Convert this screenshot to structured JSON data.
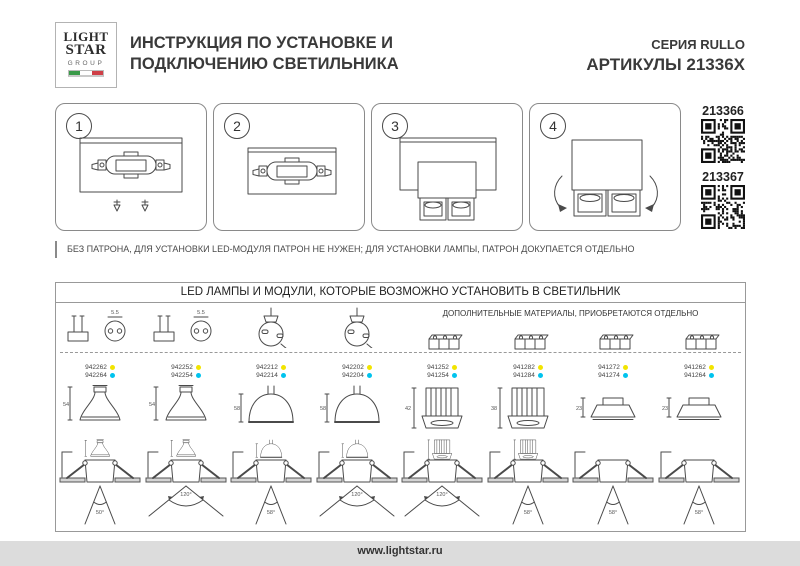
{
  "header": {
    "logo": {
      "l1": "LIGHT",
      "l2": "STAR",
      "l3": "GROUP"
    },
    "title1": "ИНСТРУКЦИЯ ПО УСТАНОВКЕ И",
    "title2": "ПОДКЛЮЧЕНИЮ СВЕТИЛЬНИКА",
    "series": "СЕРИЯ RULLO",
    "articles": "АРТИКУЛЫ 21336X"
  },
  "steps": [
    {
      "number": "1"
    },
    {
      "number": "2"
    },
    {
      "number": "3"
    },
    {
      "number": "4"
    }
  ],
  "qr": [
    {
      "code": "213366"
    },
    {
      "code": "213367"
    }
  ],
  "note": "БЕЗ ПАТРОНА, ДЛЯ УСТАНОВКИ LED-МОДУЛЯ ПАТРОН НЕ НУЖЕН; ДЛЯ УСТАНОВКИ ЛАМПЫ, ПАТРОН ДОКУПАЕТСЯ ОТДЕЛЬНО",
  "compat": {
    "title": "LED ЛАМПЫ И МОДУЛИ, КОТОРЫЕ ВОЗМОЖНО УСТАНОВИТЬ В СВЕТИЛЬНИК",
    "accessories": "ДОПОЛНИТЕЛЬНЫЕ МАТЕРИАЛЫ, ПРИОБРЕТАЮТСЯ ОТДЕЛЬНО",
    "socket_dim": "5.5",
    "dot_colors": {
      "warm": "#f2e400",
      "cool": "#00c3ee"
    },
    "columns": [
      {
        "code_warm": "942262",
        "code_cool": "942264",
        "beam": "50°",
        "dim": "54"
      },
      {
        "code_warm": "942252",
        "code_cool": "942254",
        "beam": "120°",
        "dim": "54"
      },
      {
        "code_warm": "942212",
        "code_cool": "942214",
        "beam": "58°",
        "dim": "58"
      },
      {
        "code_warm": "942202",
        "code_cool": "942204",
        "beam": "120°",
        "dim": "58"
      },
      {
        "code_warm": "941252",
        "code_cool": "941254",
        "beam": "120°",
        "dim": "42"
      },
      {
        "code_warm": "941282",
        "code_cool": "941284",
        "beam": "58°",
        "dim": "38"
      },
      {
        "code_warm": "941272",
        "code_cool": "941274",
        "beam": "58°",
        "dim": "23"
      },
      {
        "code_warm": "941262",
        "code_cool": "941264",
        "beam": "58°",
        "dim": "23"
      }
    ]
  },
  "footer": {
    "url": "www.lightstar.ru"
  }
}
